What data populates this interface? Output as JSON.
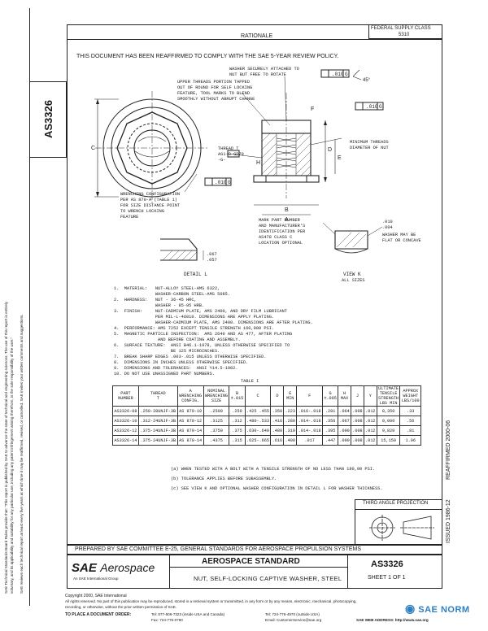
{
  "side": {
    "doc_number": "AS3326",
    "disclaimer_1": "SAE Technical Standards Board Rules provide that: \"This report is published by SAE to advance the state of technical and engineering sciences. The use of this report is entirely",
    "disclaimer_2": "voluntary, and its applicability and suitability for any particular use, including any patent infringement arising therefrom, is the sole responsibility of the user.\"",
    "disclaimer_3": "SAE reviews each technical report at least every five years at which time it may be reaffirmed, revised, or cancelled. SAE invites your written comments and suggestions.",
    "reaffirmed": "REAFFIRMED   2000-06",
    "issued": "ISSUED 1986-12"
  },
  "header": {
    "federal_supply_class": "FEDERAL SUPPLY CLASS",
    "fsc_number": "5310",
    "rationale": "RATIONALE",
    "reaffirm_statement": "THIS DOCUMENT HAS BEEN REAFFIRMED TO COMPLY WITH THE SAE 5-YEAR REVIEW POLICY."
  },
  "drawing": {
    "callout_washer": "WASHER SECURELY ATTACHED TO\nNUT BUT FREE TO ROTATE",
    "callout_upper": "UPPER THREADS PORTION TAPPED\nOUT OF ROUND FOR SELF LOCKING\nFEATURE, TOOL MARKS TO BLEND\nSMOOTHLY WITHOUT ABRUPT CHANGE",
    "callout_thread": "THREAD T\nAS1-8-GD79\n-G-",
    "callout_wrenching": "WRENCHING CONFIGURATION\nPER AS 870-A (TABLE 1)\nFOR SIZE DISTANCE POINT\nTO WRENCH LOCKING\nFEATURE",
    "callout_marking": "MARK PART NUMBER\nAND MANUFACTURER'S\nIDENTIFICATION PER\nAS478 CLASS C\nLOCATION OPTIONAL",
    "callout_minor": "MINIMUM THREADS\nDIAMETER OF NUT",
    "callout_flat": "WASHER MAY BE\nFLAT OR CONCAVE",
    "detail_l": "DETAIL L",
    "view_k": "VIEW K",
    "all_sizes": "ALL SIZES",
    "dim_067": ".067\n.057",
    "dim_010": ".010\n.004",
    "tol_1": ".010",
    "tol_2": ".010",
    "tol_3": ".010",
    "datum_g": "G",
    "angle": "45°",
    "labels": {
      "C": "C",
      "D": "D",
      "E": "E",
      "F": "F",
      "B": "B",
      "H": "H",
      "A": "A"
    }
  },
  "notes": [
    "1.  MATERIAL:   NUT-ALLOY STEEL-AMS 6322,",
    "                WASHER-CARBON STEEL-AMS 5085.",
    "2.  HARDNESS:   NUT - 36-45 HRC,",
    "                WASHER - 85-95 HRB.",
    "3.  FINISH:     NUT-CADMIUM PLATE, AMS 2400, AND DRY FILM LUBRICANT",
    "                PER MIL-L-46010. DIMENSIONS ARE APPLY PLATING.",
    "                WASHER-CADMIUM PLATE, AMS 2400. DIMENSIONS ARE AFTER PLATING.",
    "4.  PERFORMANCE: AMS 7252 EXCEPT TENSILE STRENGTH 160,000 PSI.",
    "5.  MAGNETIC PARTICLE INSPECTION:  AMS 2640 AND AS 477, AFTER PLATING",
    "                 AND BEFORE COATING AND ASSEMBLY.",
    "6.  SURFACE TEXTURE:  ANSI B46.1-1978, UNLESS OTHERWISE SPECIFIED TO",
    "                      BE 125 MICROINCHES.",
    "7.  BREAK SHARP EDGES .003-.015 UNLESS OTHERWISE SPECIFIED.",
    "8.  DIMENSIONS IN INCHES UNLESS OTHERWISE SPECIFIED.",
    "9.  DIMENSIONS AND TOLERANCES:  ANSI Y14.5-1982.",
    "10. DO NOT USE UNASSIGNED PART NUMBERS."
  ],
  "table": {
    "caption": "TABLE I",
    "headers": [
      "PART\nNUMBER",
      "THREAD\nT",
      "A\nWRENCHING\nCONFIG.",
      "NOMINAL\nWRENCHING\nSIZE",
      "B\n±.015",
      "C",
      "D",
      "E\nMIN",
      "F",
      "G\n±.005",
      "H\nMAX",
      "J",
      "Y",
      "ULTIMATE\nTENSILE\nSTRENGTH\nLBS MIN",
      "APPROX\nWEIGHT\nLBS/100"
    ],
    "rows": [
      [
        "AS3326-08",
        ".250-28UNJF-3B",
        "AS 870-10",
        ".2500",
        ".250",
        ".425 .455",
        ".350",
        ".223",
        ".016-.018",
        ".281",
        ".064",
        ".008",
        ".012",
        "8,350",
        ".33"
      ],
      [
        "AS3326-10",
        ".312-24UNJF-3B",
        "AS 870-12",
        ".3125",
        ".312",
        ".480-.533",
        ".416",
        ".280",
        ".014-.018",
        ".356",
        ".067",
        ".008",
        ".012",
        "9,000",
        ".56"
      ],
      [
        "AS3326-12",
        ".375-24UNJF-3B",
        "AS 870-14",
        ".3750",
        ".375",
        ".630-.640",
        ".480",
        ".310",
        ".014-.018",
        ".395",
        ".090",
        ".008",
        ".012",
        "9,820",
        ".81"
      ],
      [
        "AS3326-14",
        ".375-24UNJF-3B",
        "AS 870-14",
        ".4375",
        ".315",
        ".625-.665",
        ".616",
        ".400",
        ".017",
        ".447",
        ".090",
        ".008",
        ".012",
        "15,150",
        "1.06"
      ]
    ],
    "footnotes": [
      "(a)   WHEN TESTED WITH A BOLT WITH A TENSILE STRENGTH OF NO LESS THAN 180,00 PSI.",
      "(b)   TOLERANCE APPLIES BEFORE SUBASSEMBLY.",
      "(c)   SEE VIEW K AND OPTIONAL WASHER CONFIGURATION IN DETAIL L FOR WASHER THICKNESS."
    ]
  },
  "projection": {
    "label": "THIRD ANGLE PROJECTION"
  },
  "footer": {
    "prepared_by": "PREPARED BY SAE COMMITTEE E-25, GENERAL STANDARDS FOR AEROSPACE PROPULSION SYSTEMS",
    "logo_sae": "SAE",
    "logo_aero": "Aerospace",
    "logo_tagline": "An SAE International Group",
    "standard_type": "AEROSPACE STANDARD",
    "title": "NUT, SELF-LOCKING CAPTIVE WASHER, STEEL",
    "number": "AS3326",
    "sheet": "SHEET 1 OF 1"
  },
  "copyright": {
    "line1": "Copyright 2000, SAE International",
    "line2": "All rights reserved. No part of this publication may be reproduced, stored in a retrieval system or transmitted, in any form or by any means, electronic, mechanical, photocopying,",
    "line3": "recording, or otherwise, without the prior written permission of SAE.",
    "order": "TO PLACE A DOCUMENT ORDER:",
    "tel1": "Tel: 877-606-7323 (inside USA and Canada)",
    "tel2": "Tel: 724-776-4970 (outside USA)",
    "fax": "Fax: 724-776-0790",
    "email": "Email: CustomerService@sae.org",
    "web": "SAE WEB ADDRESS: http://www.sae.org",
    "watermark": "SAE NORM"
  }
}
